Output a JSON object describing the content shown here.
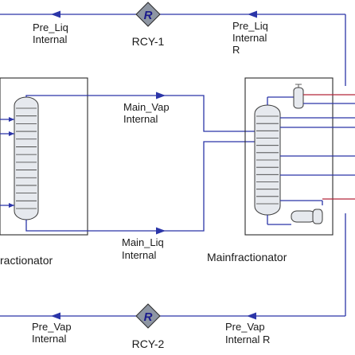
{
  "recycles": [
    {
      "id": "rcy1",
      "letter": "R",
      "name": "RCY-1"
    },
    {
      "id": "rcy2",
      "letter": "R",
      "name": "RCY-2"
    }
  ],
  "streams": {
    "pre_liq_internal": [
      "Pre_Liq",
      "Internal"
    ],
    "pre_liq_internal_r": [
      "Pre_Liq",
      "Internal",
      "R"
    ],
    "main_vap_internal": [
      "Main_Vap",
      "Internal"
    ],
    "main_liq_internal": [
      "Main_Liq",
      "Internal"
    ],
    "pre_vap_internal": [
      "Pre_Vap",
      "Internal"
    ],
    "pre_vap_internal_r": [
      "Pre_Vap",
      "Internal R"
    ]
  },
  "units": {
    "left_unit_label": "ractionator",
    "right_unit_label": "Mainfractionator"
  },
  "colors": {
    "stream": "#2b35a8",
    "outlet_red": "#b3263a",
    "recycle_fill": "#8e96a3"
  }
}
